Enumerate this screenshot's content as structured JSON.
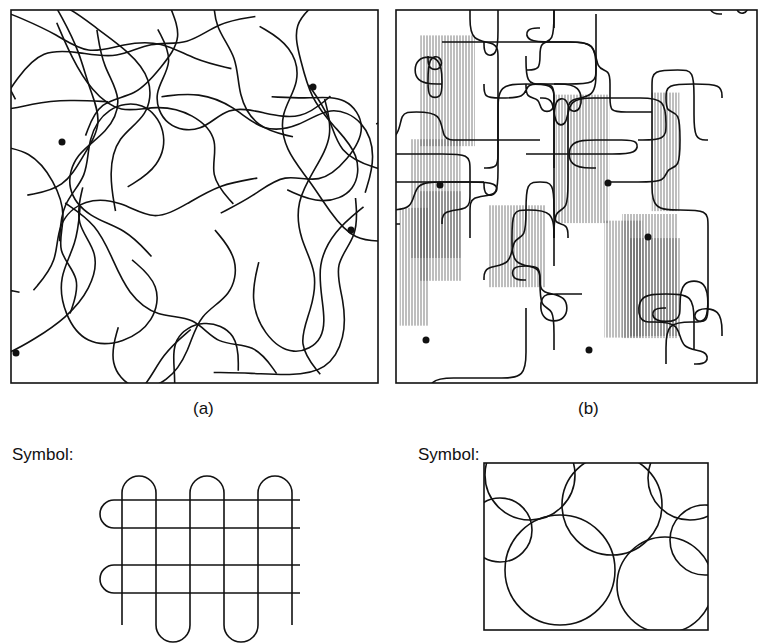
{
  "diagram": {
    "labels": [
      "(a)",
      "(b)",
      "Symbol:",
      "Symbol:"
    ]
  }
}
